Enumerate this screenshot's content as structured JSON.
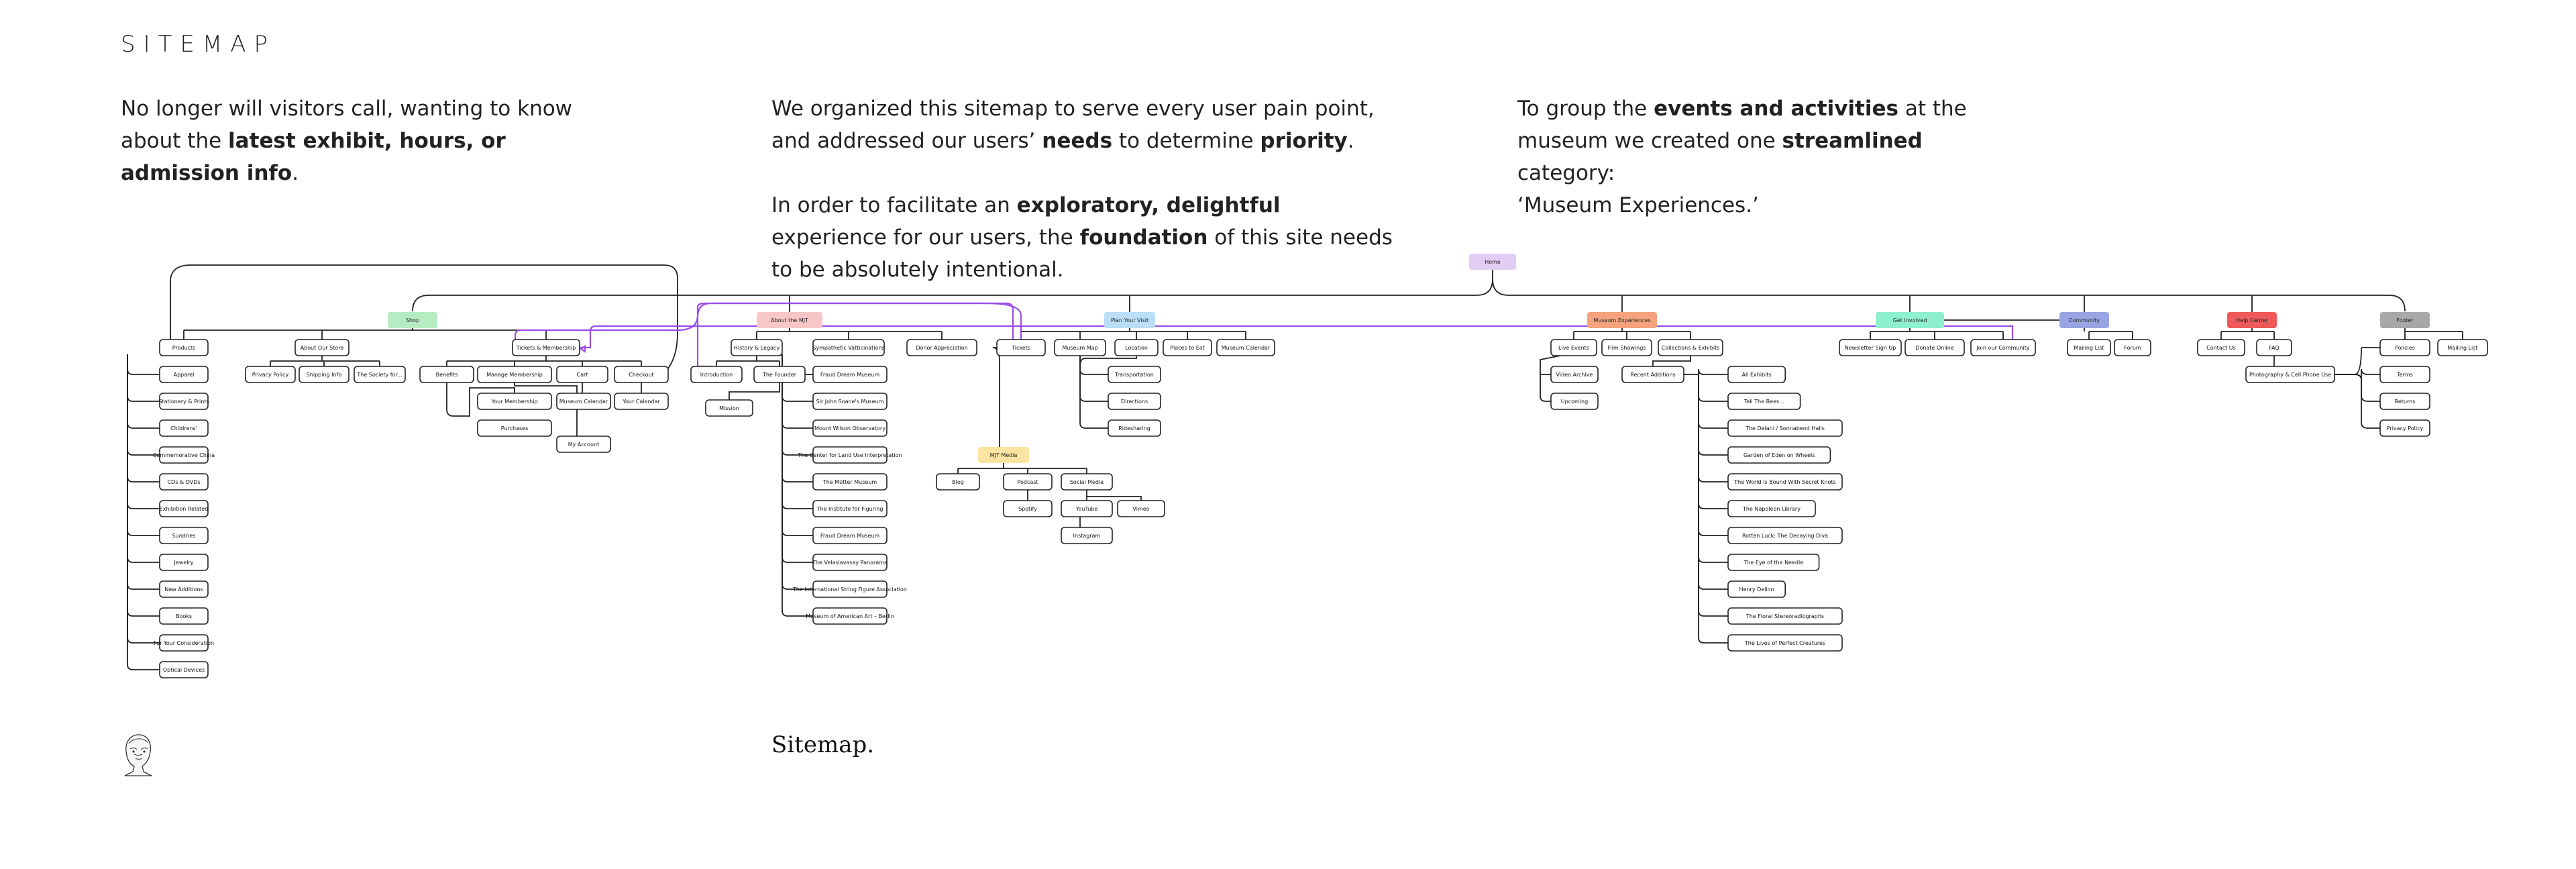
{
  "page": {
    "title": "SITEMAP",
    "caption": "Sitemap."
  },
  "intro": {
    "col1": [
      "No longer will visitors call, wanting to know about the ",
      "latest exhibit, hours, or admission info",
      "."
    ],
    "col2a": [
      "We organized this sitemap to serve every user pain point, and addressed our users’ ",
      "needs",
      " to determine ",
      "priority",
      "."
    ],
    "col2b": [
      "In order to facilitate an ",
      "exploratory, delightful",
      " experience for our users, the ",
      "foundation",
      " of this site needs to be absolutely intentional."
    ],
    "col3a": [
      "To group the ",
      "events and activities",
      " at the museum we created one ",
      "streamlined",
      " category:"
    ],
    "col3b": "‘Museum Experiences.’"
  },
  "colors": {
    "home": "#e3cdf5",
    "shop": "#b7ecc2",
    "about": "#f7c6c7",
    "visit": "#b9def6",
    "experiences": "#f5a37e",
    "get_involved": "#8ff0cf",
    "community": "#99a5e3",
    "help": "#ee5a5a",
    "footer": "#a8a8a8",
    "media": "#fbe4a1",
    "purple_link": "#9b4dea"
  },
  "headers": {
    "home": "Home",
    "shop": "Shop",
    "about": "About the MJT",
    "visit": "Plan Your Visit",
    "experiences": "Museum Experiences",
    "get_involved": "Get Involved",
    "community": "Community",
    "help": "Help Center",
    "footer": "Footer",
    "media": "MJT Media"
  },
  "nodes": {
    "products": "Products",
    "about_store": "About Our Store",
    "tickets_membership": "Tickets & Membership",
    "shop_products": [
      "Apparel",
      "Stationery & Prints",
      "Childrens'",
      "Commemorative China",
      "CDs & DVDs",
      "Exhibition Related",
      "Sundries",
      "Jewelry",
      "New Additions",
      "Books",
      "For Your Consideration",
      "Optical Devices"
    ],
    "store_children": [
      "Privacy Policy",
      "Shipping Info",
      "The Society for..."
    ],
    "tm_children": [
      "Benefits",
      "Manage Membership",
      "Cart",
      "Checkout"
    ],
    "manage_children": [
      "Your Membership",
      "Purchases"
    ],
    "cart_children": [
      "Museum Calendar",
      "Your Calendar"
    ],
    "my_account": "My Account",
    "history_legacy": "History & Legacy",
    "the_founder": "The Founder",
    "symp_vol": "Sympathetic Vatticinations",
    "donor": "Donor Appreciation",
    "history_children": [
      "Introduction",
      "Mission"
    ],
    "about_list": [
      "Fraud Dream Museum",
      "Sir John Soane's Museum",
      "Mount Wilson Observatory",
      "The Center for Land Use Interpretation",
      "The Mütter Museum",
      "The Institute for Figuring",
      "Fraud Dream Museum",
      "The Velaslavasay Panorama",
      "The International String Figure Association",
      "Museum of American Art – Berlin"
    ],
    "visit_row": [
      "Tickets",
      "Museum Map",
      "Location",
      "Places to Eat",
      "Museum Calendar"
    ],
    "location_children": [
      "Transportation",
      "Directions",
      "Ridesharing"
    ],
    "media_children": [
      "Blog",
      "Podcast",
      "Social Media"
    ],
    "podcast_children": [
      "Spotify"
    ],
    "social_children": [
      "YouTube",
      "Vimeo",
      "Instagram"
    ],
    "exp_row": [
      "Live Events",
      "Film Showings",
      "Collections & Exhibits"
    ],
    "live_children": [
      "Video Archive",
      "Upcoming"
    ],
    "recent_additions": "Recent Additions",
    "exhibits": [
      "All Exhibits",
      "Tell The Bees...",
      "The Delani / Sonnabend Halls",
      "Garden of Eden on Wheels",
      "The World Is Bound With Secret Knots",
      "The Napoleon Library",
      "Rotten Luck: The Decaying Diva",
      "The Eye of the Needle",
      "Henry Delion",
      "The Floral Stereoradiographs",
      "The Lives of Perfect Creatures"
    ],
    "gi_children": [
      "Newsletter Sign Up",
      "Donate Online",
      "Join our Community"
    ],
    "community_children": [
      "Mailing List",
      "Forum"
    ],
    "help_children": [
      "Contact Us",
      "FAQ"
    ],
    "photo_policy": "Photography & Cell Phone Use",
    "footer_children": [
      "Policies",
      "Mailing List",
      "Terms",
      "Returns",
      "Privacy Policy"
    ]
  }
}
